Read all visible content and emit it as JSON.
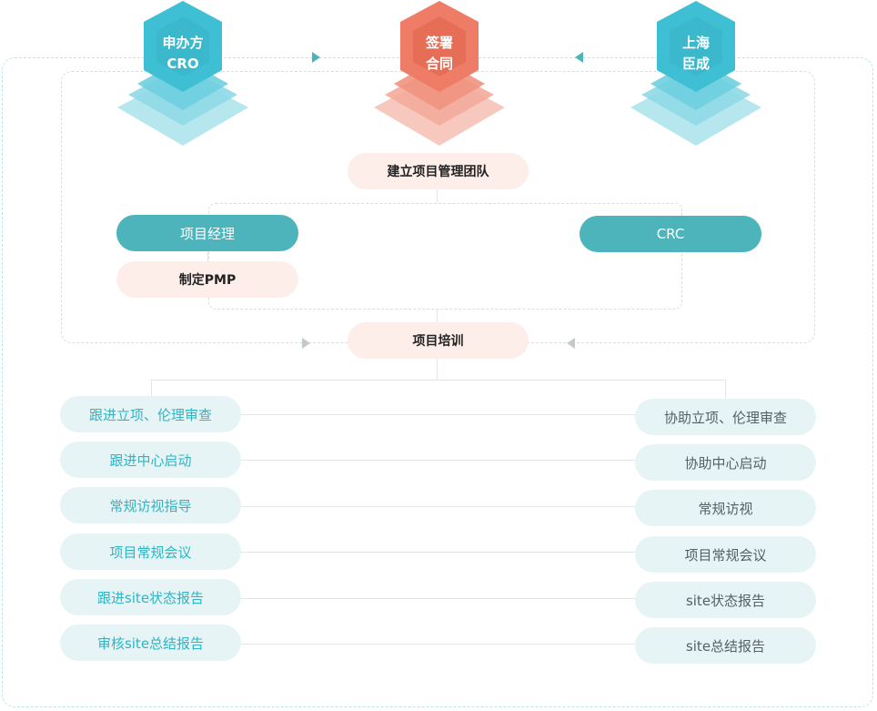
{
  "parties": {
    "sponsor": {
      "line1": "申办方",
      "line2": "CRO",
      "color": "#3fbfd3"
    },
    "contract": {
      "line1": "签署",
      "line2": "合同",
      "color": "#ee7c67"
    },
    "site": {
      "line1": "上海",
      "line2": "臣成",
      "color": "#3fbfd3"
    }
  },
  "team": {
    "build": "建立项目管理团队",
    "pm": "项目经理",
    "crc": "CRC",
    "pmp": "制定PMP",
    "training": "项目培训"
  },
  "left_tasks": [
    "跟进立项、伦理审查",
    "跟进中心启动",
    "常规访视指导",
    "项目常规会议",
    "跟进site状态报告",
    "审核site总结报告"
  ],
  "right_tasks": [
    "协助立项、伦理审查",
    "协助中心启动",
    "常规访视",
    "项目常规会议",
    "site状态报告",
    "site总结报告"
  ],
  "colors": {
    "teal": "#4db4bc",
    "cyan_text": "#2db5c6",
    "pink_bg": "#fdeeea",
    "light_teal_bg": "#e6f4f5",
    "coral": "#ee7c67"
  }
}
